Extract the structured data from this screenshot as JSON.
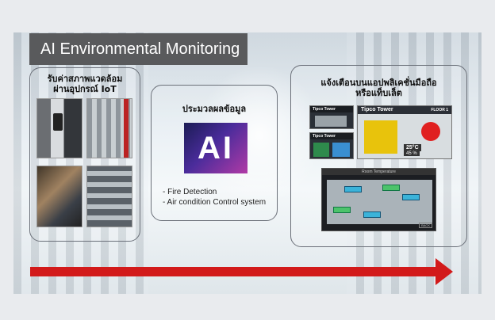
{
  "title": "AI Environmental Monitoring",
  "sections": {
    "iot": {
      "label_line1": "รับค่าสภาพแวดล้อม",
      "label_line2": "ผ่านอุปกรณ์ IoT"
    },
    "ai": {
      "label": "ประมวลผลข้อมูล",
      "logo_text": "AI",
      "items": [
        "- Fire Detection",
        "- Air condition Control system"
      ]
    },
    "alert": {
      "label_line1": "แจ้งเตือนบนแอปพลิเคชั่นมือถือ",
      "label_line2": "หรือแท็บเล็ต"
    }
  },
  "screens": {
    "tile1_title": "Tipco Tower",
    "tile2_title": "Tipco Tower",
    "main_title": "Tipco Tower",
    "main_floor": "FLOOR 1",
    "temp": "25°C",
    "humidity": "45 %",
    "floor_title": "Room Temperature",
    "floor_back": "BACK"
  },
  "colors": {
    "arrow": "#d21a1a",
    "title_bg": "#595a5c"
  }
}
